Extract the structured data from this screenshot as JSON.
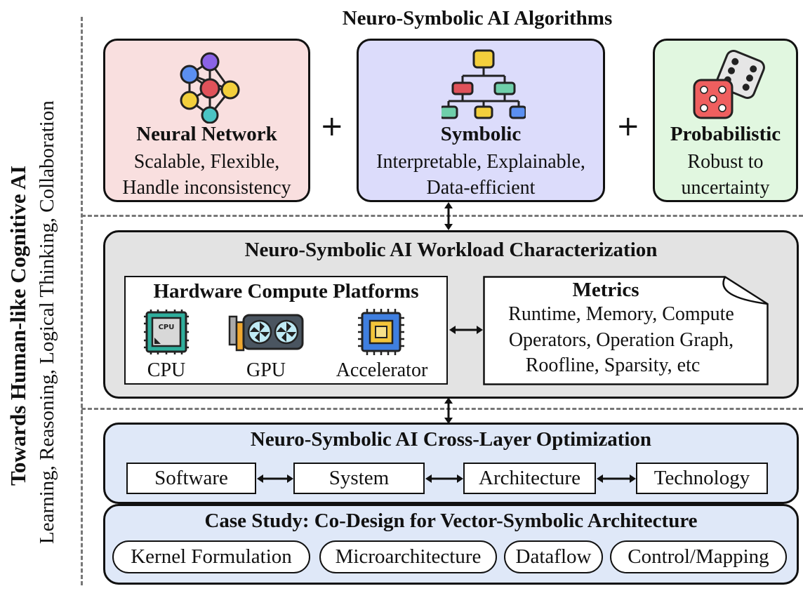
{
  "side": {
    "title": "Towards Human-like Cognitive AI",
    "subtitle": "Learning, Reasoning, Logical Thinking, Collaboration"
  },
  "algorithms": {
    "title": "Neuro-Symbolic AI Algorithms",
    "plus": "+",
    "neural": {
      "name": "Neural Network",
      "lines": [
        "Scalable, Flexible,",
        "Handle inconsistency"
      ],
      "icon": "neural-network-icon",
      "color": "#f9dfdf"
    },
    "symbolic": {
      "name": "Symbolic",
      "lines": [
        "Interpretable, Explainable,",
        "Data-efficient"
      ],
      "icon": "hierarchy-tree-icon",
      "color": "#dcdcfb"
    },
    "probabilistic": {
      "name": "Probabilistic",
      "lines": [
        "Robust to",
        "uncertainty"
      ],
      "icon": "dice-icon",
      "color": "#e1f7e0"
    }
  },
  "workload": {
    "title": "Neuro-Symbolic AI Workload Characterization",
    "color": "#e3e3e3",
    "hardware": {
      "title": "Hardware Compute Platforms",
      "cpu": {
        "label": "CPU",
        "chip_text": "CPU",
        "icon": "cpu-chip-icon"
      },
      "gpu": {
        "label": "GPU",
        "icon": "gpu-card-icon"
      },
      "accelerator": {
        "label": "Accelerator",
        "icon": "accelerator-chip-icon"
      }
    },
    "metrics": {
      "title": "Metrics",
      "lines": [
        "Runtime, Memory, Compute",
        "Operators, Operation Graph,",
        "Roofline, Sparsity, etc"
      ],
      "icon": "document-icon"
    }
  },
  "optimization": {
    "title": "Neuro-Symbolic AI Cross-Layer Optimization",
    "color": "#dfe8f8",
    "layers": [
      "Software",
      "System",
      "Architecture",
      "Technology"
    ]
  },
  "case_study": {
    "title": "Case Study: Co-Design for Vector-Symbolic Architecture",
    "color": "#dfe8f8",
    "items": [
      "Kernel Formulation",
      "Microarchitecture",
      "Dataflow",
      "Control/Mapping"
    ]
  }
}
